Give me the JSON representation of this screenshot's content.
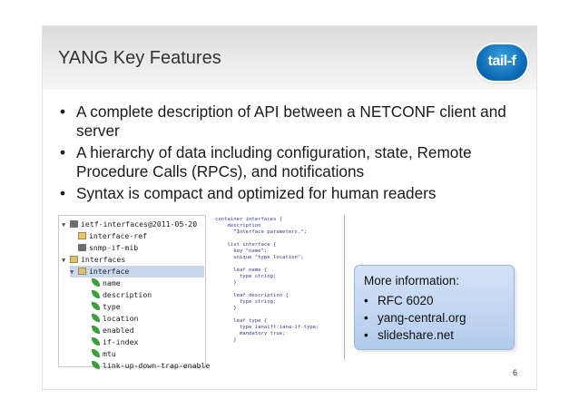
{
  "slide": {
    "title": "YANG Key Features",
    "logo_text": "tail-f",
    "bullets": [
      "A complete description of API between a NETCONF client and server",
      "A hierarchy of data including configuration, state, Remote Procedure Calls (RPCs), and notifications",
      "Syntax is compact and optimized for human readers"
    ],
    "bullet_glyph": "•",
    "page_number": "6"
  },
  "tree": {
    "items": [
      {
        "label": "ietf-interfaces@2011-05-20",
        "icon": "module-icon",
        "expand": "▼"
      },
      {
        "label": "interface-ref",
        "icon": "typedef-icon",
        "expand": ""
      },
      {
        "label": "snmp-if-mib",
        "icon": "feature-icon",
        "expand": ""
      },
      {
        "label": "interfaces",
        "icon": "container-icon",
        "expand": "▼"
      },
      {
        "label": "interface",
        "icon": "list-icon",
        "expand": "▼"
      },
      {
        "label": "name",
        "icon": "leaf-icon",
        "expand": ""
      },
      {
        "label": "description",
        "icon": "leaf-icon",
        "expand": ""
      },
      {
        "label": "type",
        "icon": "leaf-icon",
        "expand": ""
      },
      {
        "label": "location",
        "icon": "leaf-icon",
        "expand": ""
      },
      {
        "label": "enabled",
        "icon": "leaf-icon",
        "expand": ""
      },
      {
        "label": "if-index",
        "icon": "leaf-icon",
        "expand": ""
      },
      {
        "label": "mtu",
        "icon": "leaf-icon",
        "expand": ""
      },
      {
        "label": "link-up-down-trap-enable",
        "icon": "leaf-icon",
        "expand": ""
      }
    ],
    "selected_label": "interface"
  },
  "code": {
    "lines": [
      "container interfaces {",
      "    description",
      "      \"Interface parameters.\";",
      "",
      "    list interface {",
      "      key \"name\";",
      "      unique \"type location\";",
      "",
      "      leaf name {",
      "        type string;",
      "      }",
      "",
      "      leaf description {",
      "        type string;",
      "      }",
      "",
      "      leaf type {",
      "        type ianaift:iana-if-type;",
      "        mandatory true;",
      "      }"
    ]
  },
  "callout": {
    "title": "More information:",
    "items": [
      "RFC 6020",
      "yang-central.org",
      "slideshare.net"
    ]
  },
  "colors": {
    "tree_selection": "#c9d7ee",
    "callout_fill": "#c4d7f3",
    "logo_blue": "#0f6fb8"
  }
}
